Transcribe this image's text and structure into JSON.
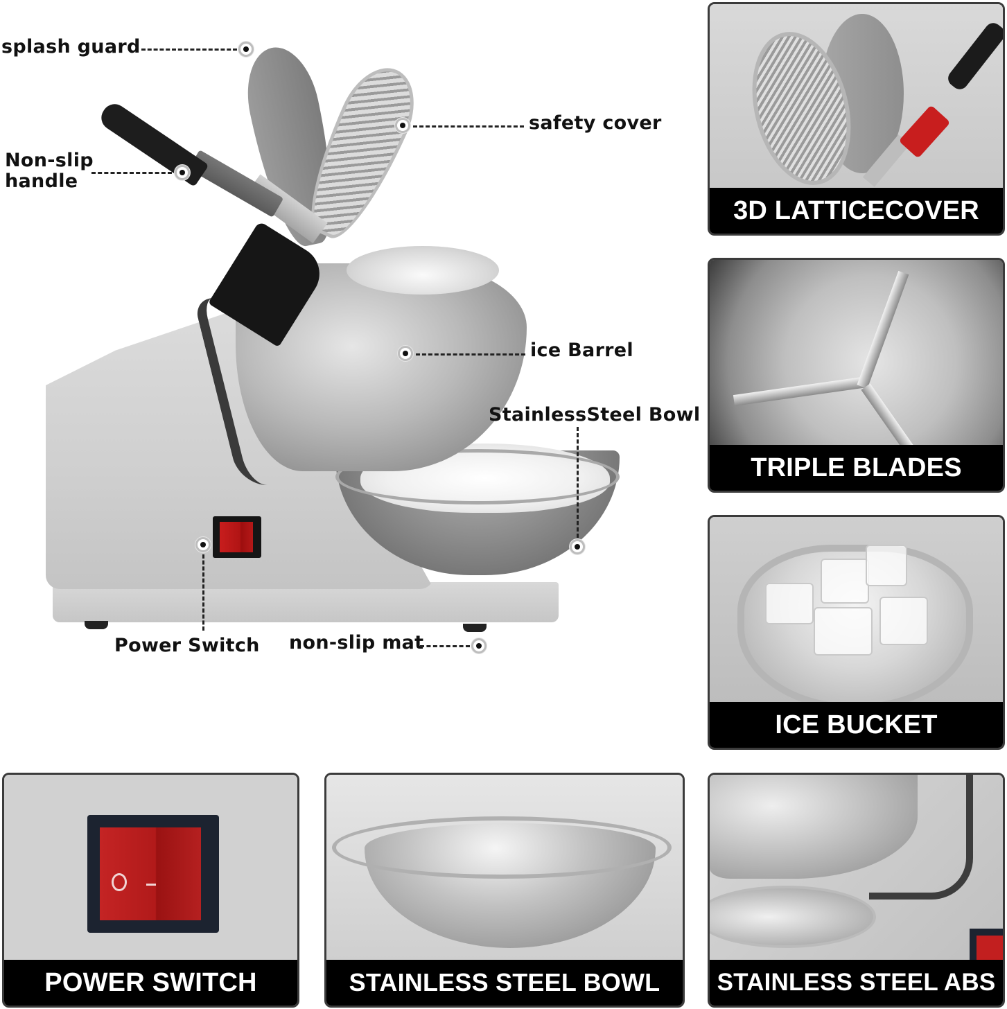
{
  "diagram": {
    "callouts": [
      {
        "id": "splash_guard",
        "text": "splash guard"
      },
      {
        "id": "safety_cover",
        "text": "safety cover"
      },
      {
        "id": "non_slip_handle",
        "line1": "Non-slip",
        "line2": "handle"
      },
      {
        "id": "ice_barrel",
        "text": "ice Barrel"
      },
      {
        "id": "stainless_steel_bowl",
        "text": "StainlessSteel Bowl"
      },
      {
        "id": "power_switch",
        "text": "Power Switch"
      },
      {
        "id": "non_slip_mat",
        "text": "non-slip mat"
      }
    ],
    "switch_symbols": {
      "off": "O",
      "on": "–"
    }
  },
  "tiles": [
    {
      "id": "lattice_cover",
      "caption": "3D LATTICECOVER"
    },
    {
      "id": "triple_blades",
      "caption": "TRIPLE BLADES"
    },
    {
      "id": "ice_bucket",
      "caption": "ICE BUCKET"
    },
    {
      "id": "power_switch",
      "caption": "POWER SWITCH"
    },
    {
      "id": "stainless_bowl",
      "caption": "STAINLESS STEEL BOWL"
    },
    {
      "id": "stainless_abs",
      "caption": "STAINLESS STEEL ABS"
    }
  ],
  "colors": {
    "caption_bg": "#000000",
    "caption_text": "#ffffff",
    "tile_border": "#3b3b3b",
    "switch_red": "#c81d1d",
    "grip_black": "#1d1d1d",
    "label_text": "#111111"
  }
}
